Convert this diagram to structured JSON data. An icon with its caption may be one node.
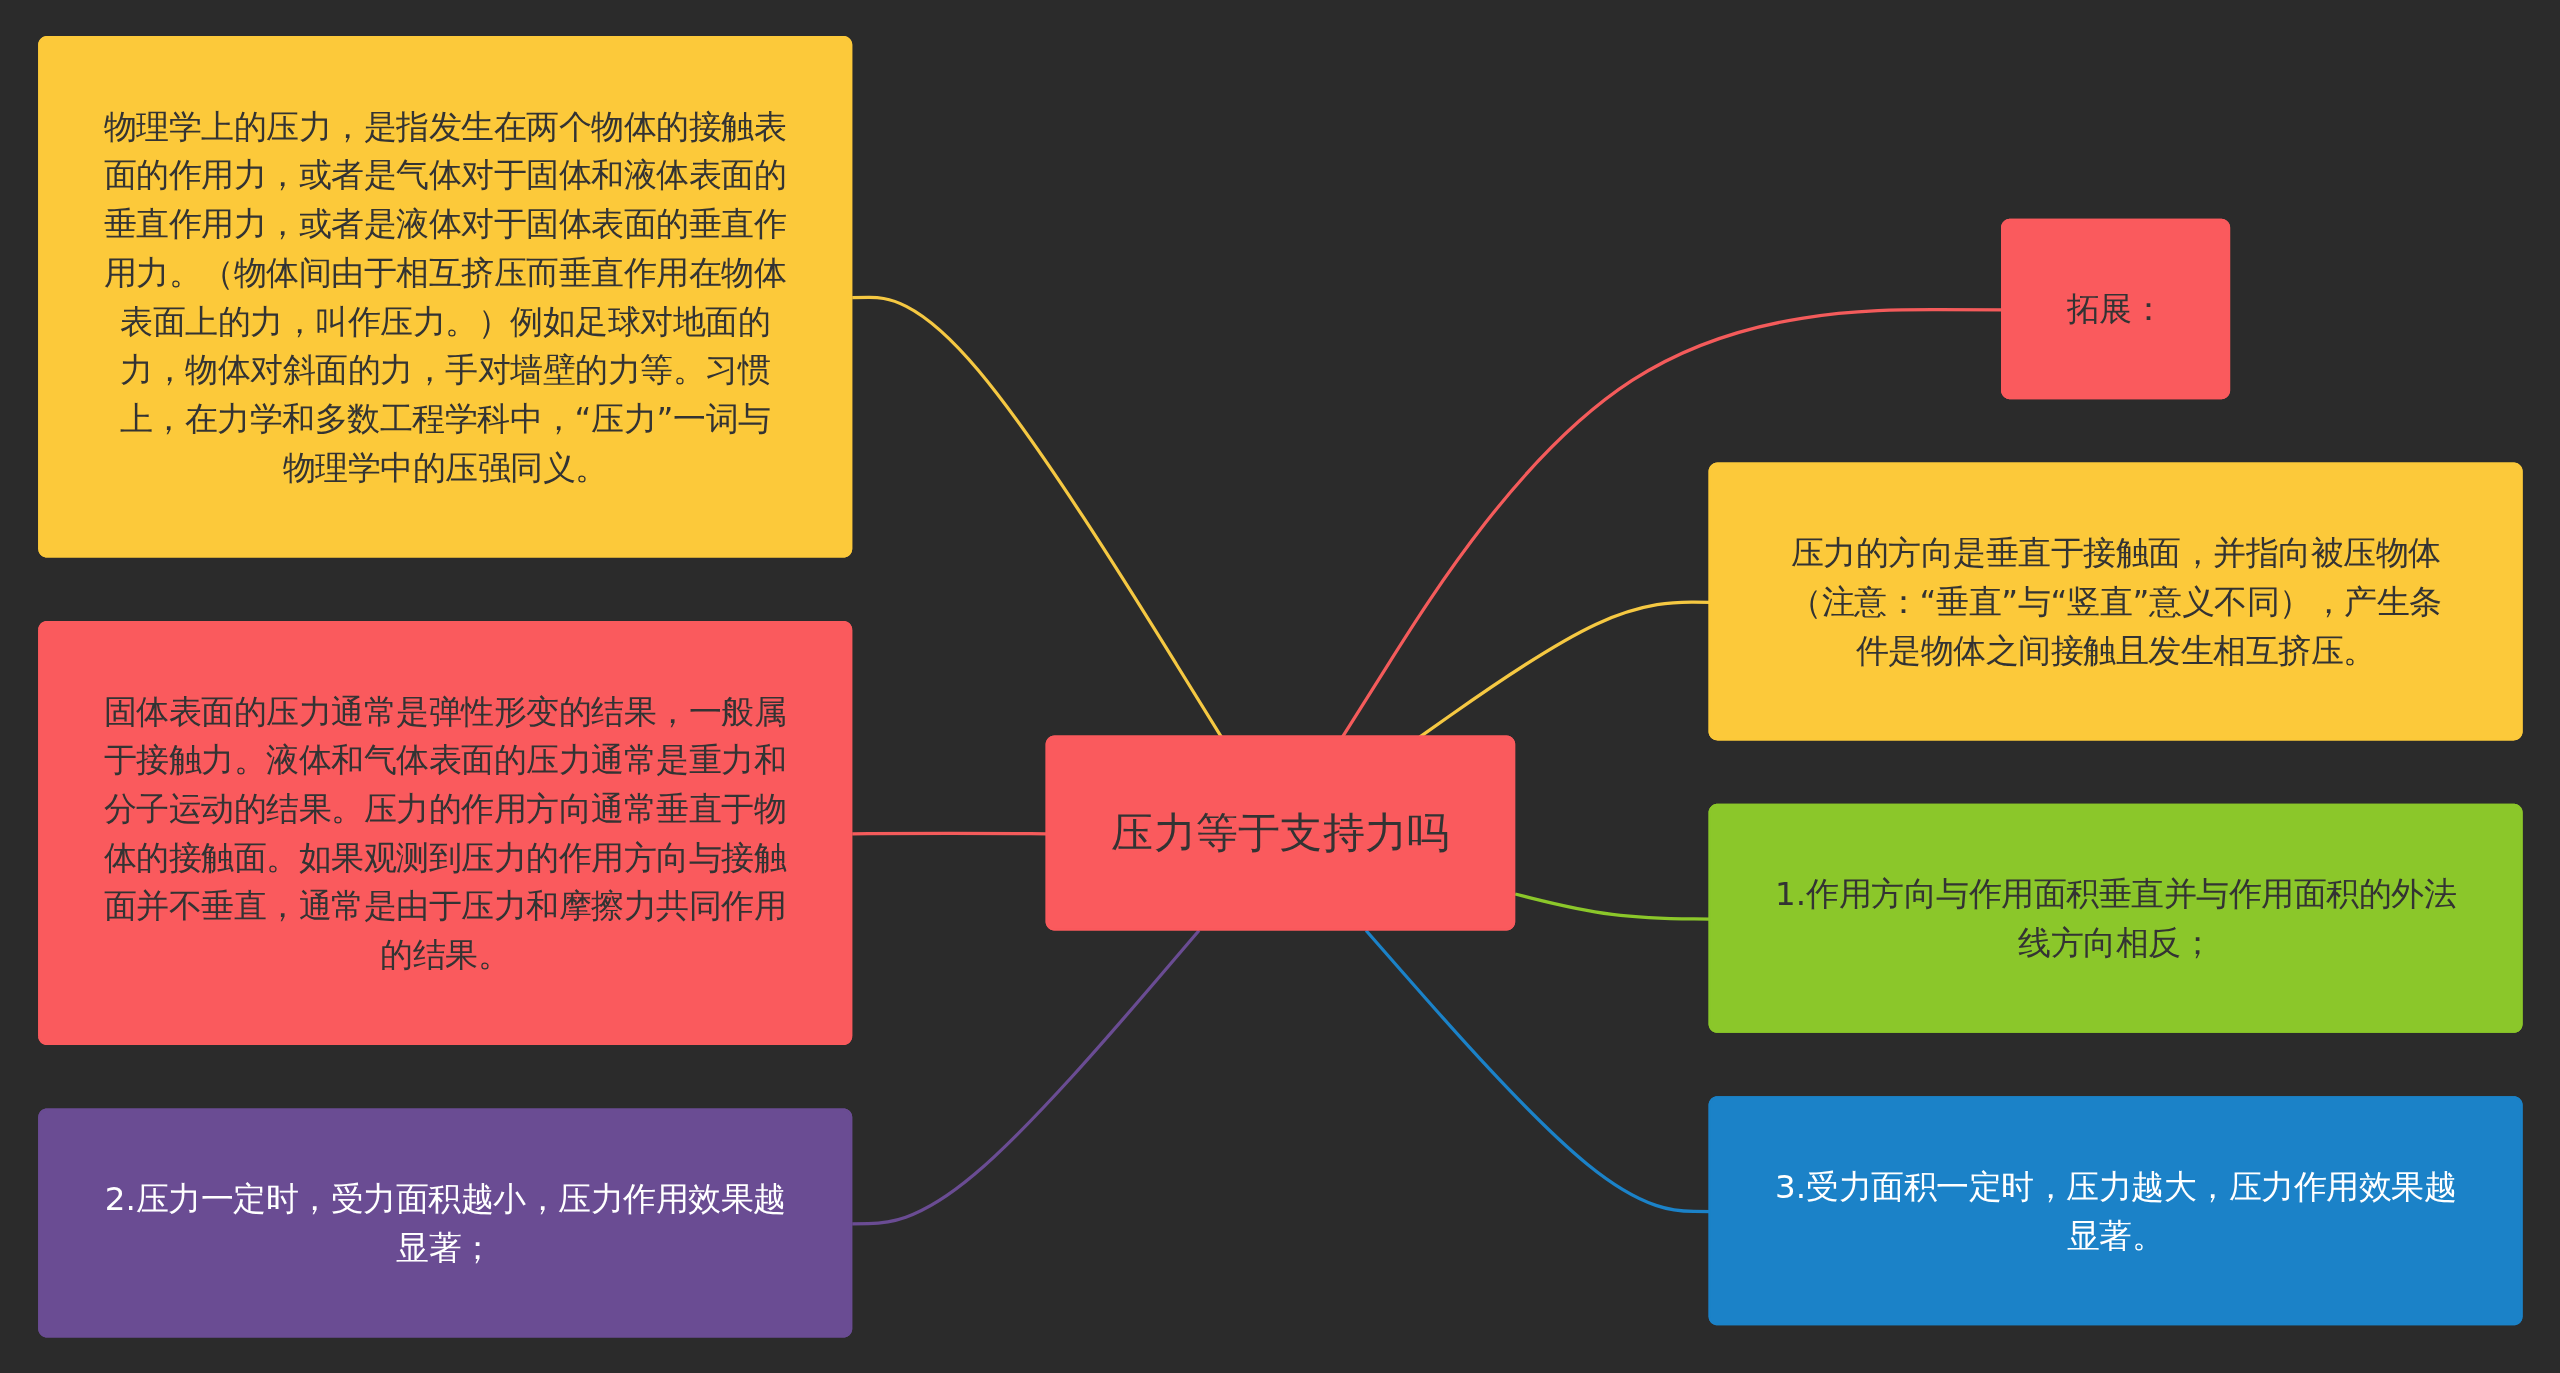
{
  "diagram": {
    "nodes": [
      {
        "text": [
          "物理学上的压力，是指发生在两个物体的接触表面的作用力，或者是气体对于固体和液体表面的垂直作用力，或者是液体对于固体表面的垂直作用力。（物体间由于相互挤压而垂直作用在物体表面上的力，叫作压力。）例如足球对地面的力，物体对斜面的力，手对墙壁的力等。习惯上，在力学和多数工程学科中，“压力”一词与物理学中的压强同义。"
        ]
      },
      {
        "text": [
          "固体表面的压力通常是弹性形变的结果，一般属于接触力。液体和气体表面的压力通常是重力和分子运动的结果。压力的作用方向通常垂直于物体的接触面。如果观测到压力的作用方向与接触面并不垂直，通常是由于压力和摩擦力共同作用的结果。"
        ]
      },
      {
        "text": [
          "2.压力一定时，受力面积越小，压力作用效果越显著；"
        ]
      },
      {
        "text": [
          "压力等于支持力吗"
        ]
      },
      {
        "text": [
          "拓展："
        ]
      },
      {
        "text": [
          "压力的方向是垂直于接触面，并指向被压物体（注意：“垂直”与“竖直”意义不同），产生条件是物体之间接触且发生相互挤压。"
        ]
      },
      {
        "text": [
          "1.作用方向与作用面积垂直并与作用面积的外法线方向相反；"
        ]
      },
      {
        "text": [
          "3.受力面积一定时，压力越大，压力作用效果越显著。"
        ]
      }
    ],
    "edges": [
      {
        "from": 0,
        "to": 3,
        "arrow": "none",
        "color": "#f5c842"
      },
      {
        "from": 1,
        "to": 3,
        "arrow": "none",
        "color": "#f45b5b"
      },
      {
        "from": 2,
        "to": 3,
        "arrow": "none",
        "color": "#6a4c93"
      },
      {
        "from": 3,
        "to": 4,
        "arrow": "none",
        "color": "#f45b5b"
      },
      {
        "from": 3,
        "to": 5,
        "arrow": "none",
        "color": "#f5c842"
      },
      {
        "from": 3,
        "to": 6,
        "arrow": "none",
        "color": "#8bc72a"
      },
      {
        "from": 3,
        "to": 7,
        "arrow": "none",
        "color": "#1b82c8"
      }
    ]
  }
}
